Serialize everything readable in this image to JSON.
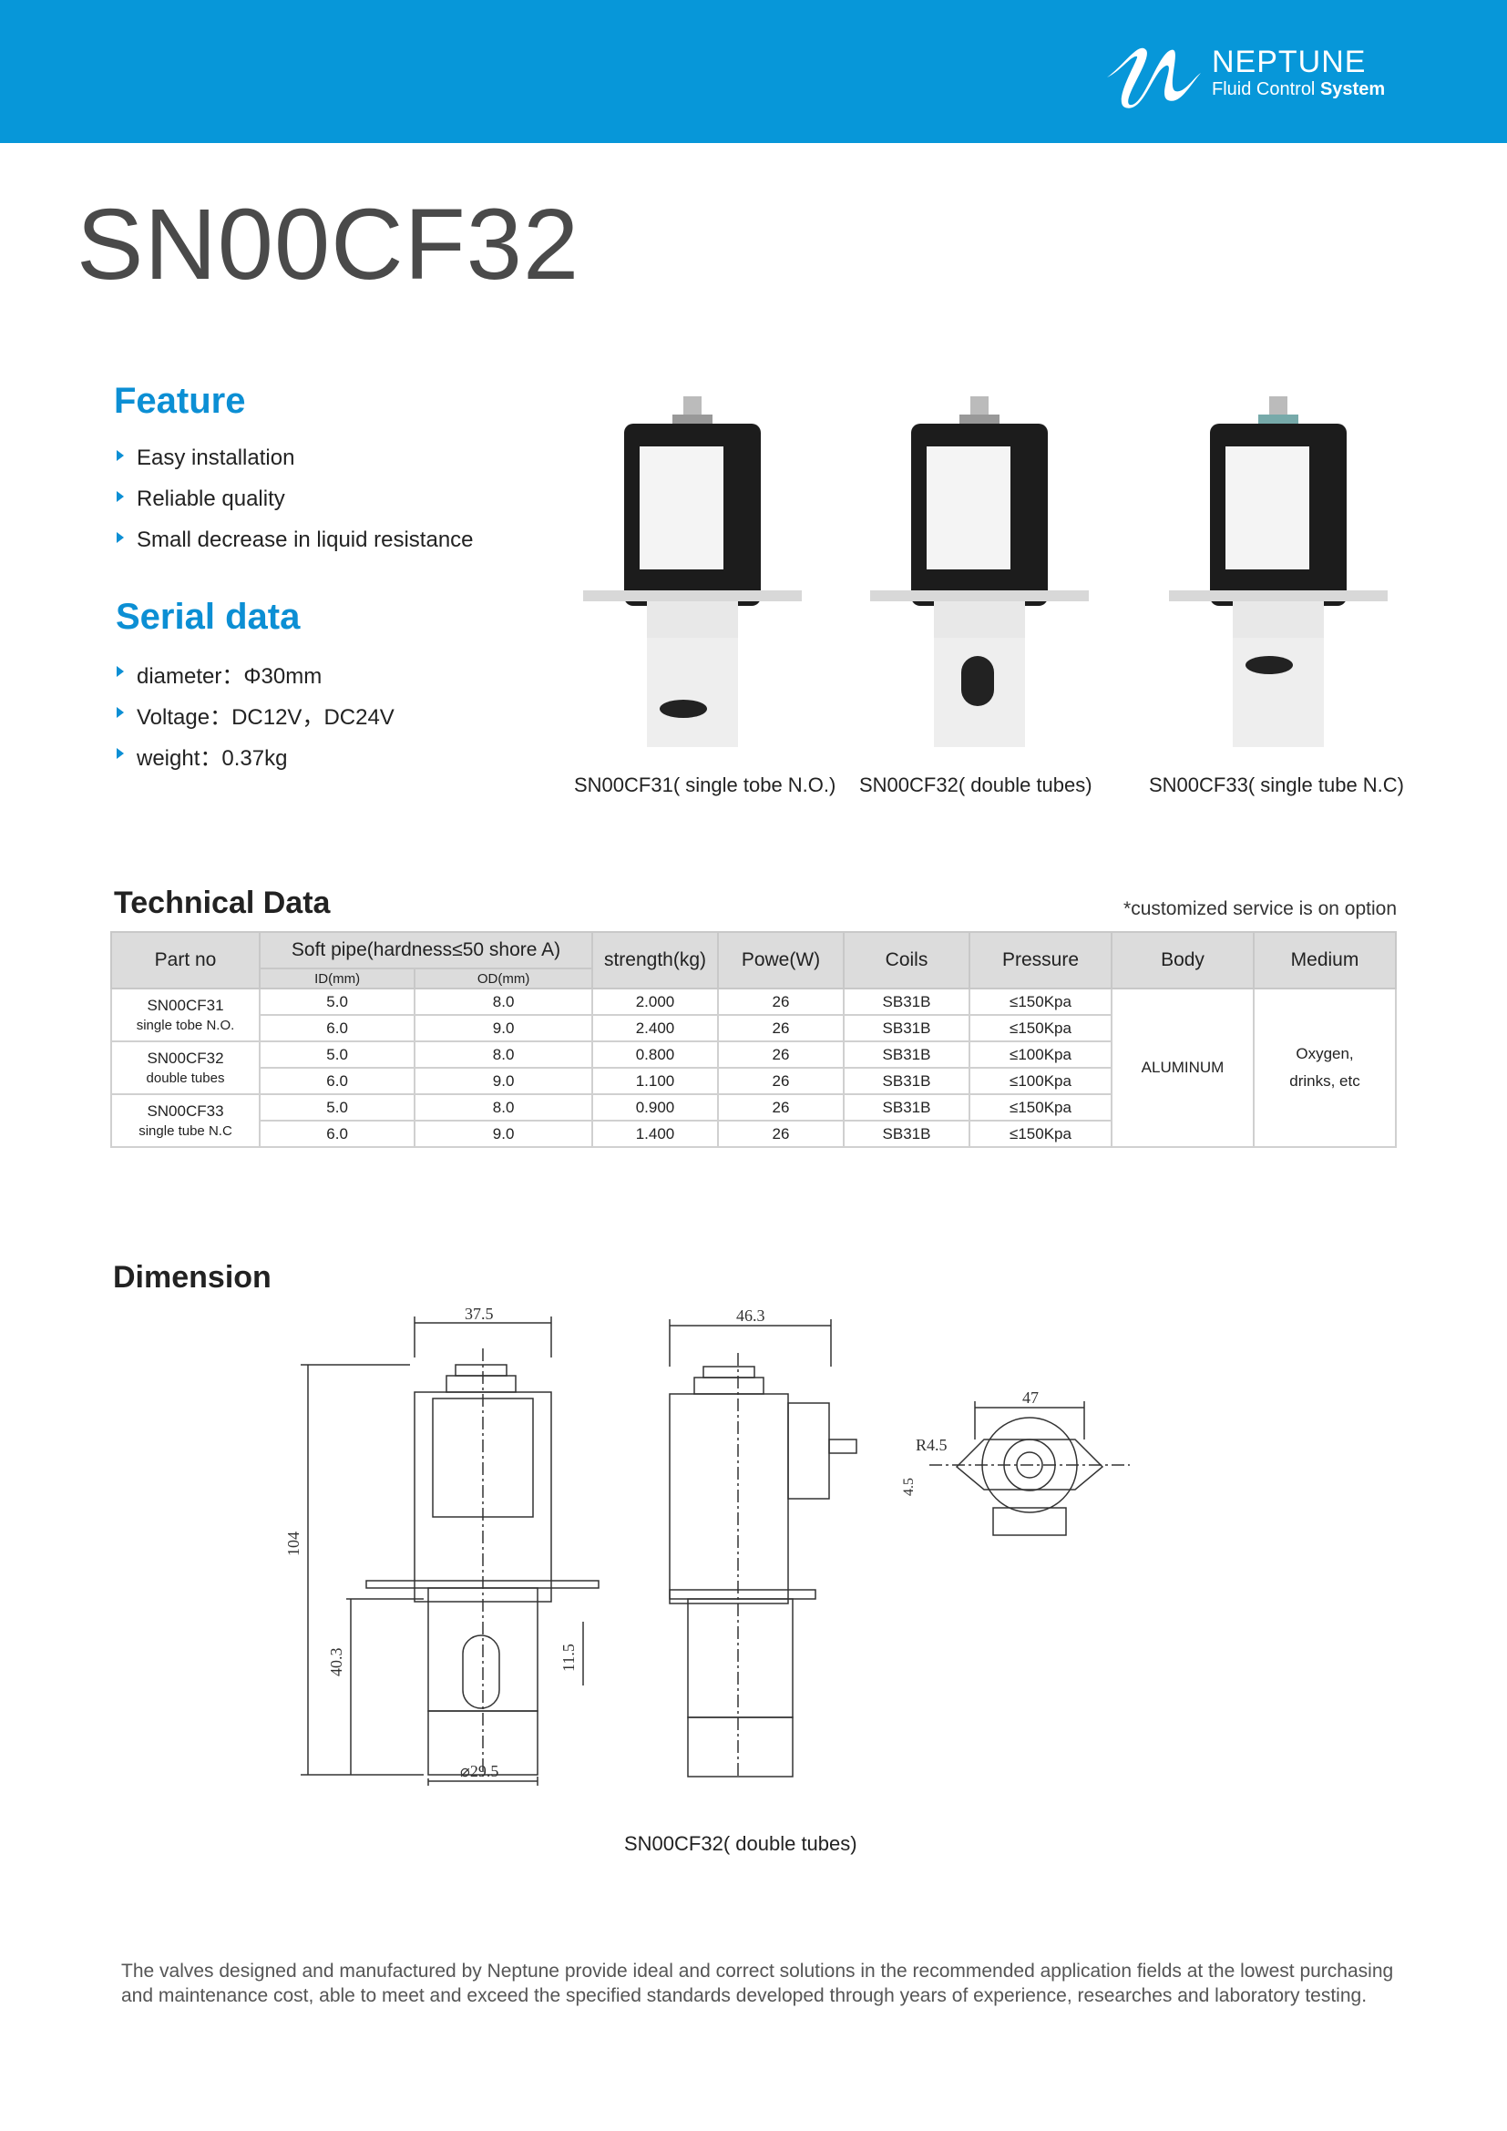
{
  "brand": {
    "name": "NEPTUNE",
    "tagline_regular": "Fluid Control",
    "tagline_bold": "System"
  },
  "title": "SN00CF32",
  "feature": {
    "heading": "Feature",
    "items": [
      "Easy installation",
      "Reliable quality",
      "Small decrease in liquid resistance"
    ]
  },
  "serial": {
    "heading": "Serial data",
    "items": [
      "diameter：Φ30mm",
      "Voltage：DC12V，DC24V",
      "weight：0.37kg"
    ]
  },
  "products": [
    {
      "caption": "SN00CF31( single tobe N.O.)"
    },
    {
      "caption": "SN00CF32( double tubes)"
    },
    {
      "caption": "SN00CF33( single tube N.C)"
    }
  ],
  "technical": {
    "heading": "Technical Data",
    "note": "*customized service is on option",
    "headers": {
      "part": "Part no",
      "pipe": "Soft pipe(hardness≤50 shore A)",
      "id": "ID(mm)",
      "od": "OD(mm)",
      "strength": "strength(kg)",
      "power": "Powe(W)",
      "coils": "Coils",
      "pressure": "Pressure",
      "body": "Body",
      "medium": "Medium"
    },
    "groups": [
      {
        "part": "SN00CF31",
        "desc": "single tobe N.O.",
        "rows": [
          [
            "5.0",
            "8.0",
            "2.000",
            "26",
            "SB31B",
            "≤150Kpa"
          ],
          [
            "6.0",
            "9.0",
            "2.400",
            "26",
            "SB31B",
            "≤150Kpa"
          ]
        ]
      },
      {
        "part": "SN00CF32",
        "desc": "double tubes",
        "rows": [
          [
            "5.0",
            "8.0",
            "0.800",
            "26",
            "SB31B",
            "≤100Kpa"
          ],
          [
            "6.0",
            "9.0",
            "1.100",
            "26",
            "SB31B",
            "≤100Kpa"
          ]
        ]
      },
      {
        "part": "SN00CF33",
        "desc": "single tube N.C",
        "rows": [
          [
            "5.0",
            "8.0",
            "0.900",
            "26",
            "SB31B",
            "≤150Kpa"
          ],
          [
            "6.0",
            "9.0",
            "1.400",
            "26",
            "SB31B",
            "≤150Kpa"
          ]
        ]
      }
    ],
    "body": "ALUMINUM",
    "medium_1": "Oxygen,",
    "medium_2": "drinks, etc"
  },
  "dimension": {
    "heading": "Dimension",
    "caption": "SN00CF32( double tubes)",
    "labels": {
      "w1": "37.5",
      "w2": "46.3",
      "w3": "47",
      "r": "R4.5",
      "t": "4.5",
      "h": "104",
      "h2": "40.3",
      "h3": "11.5",
      "d": "⌀29.5"
    }
  },
  "footer": "The valves designed and manufactured by Neptune provide ideal and correct solutions in the recommended application fields at the lowest purchasing and maintenance cost, able to meet and exceed the specified standards developed through years of experience, researches and laboratory testing."
}
